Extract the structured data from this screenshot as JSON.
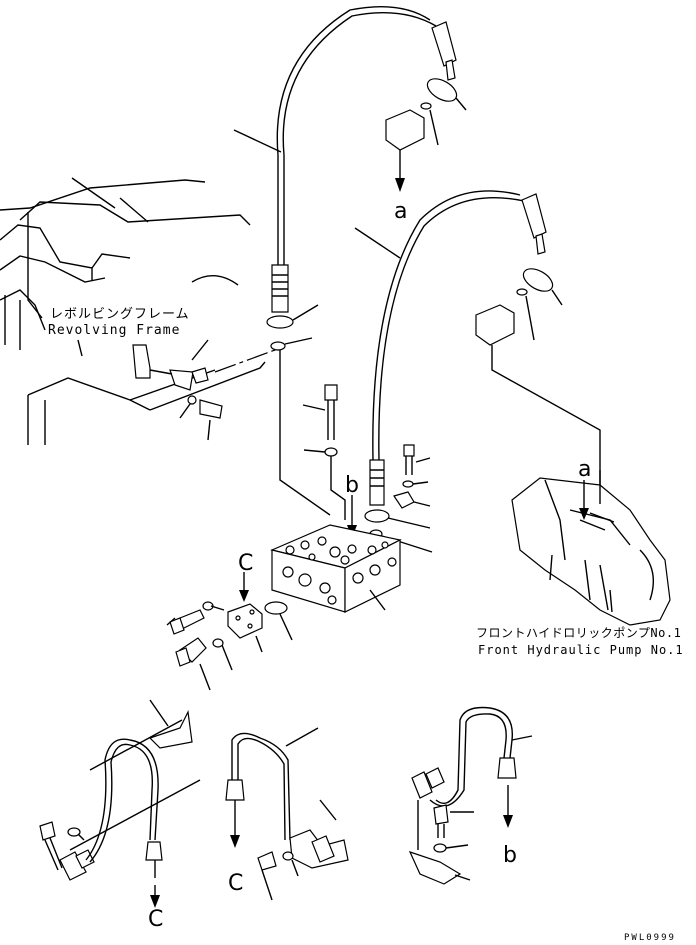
{
  "labels": {
    "revolving_frame_jp": "レボルビングフレーム",
    "revolving_frame_en": "Revolving Frame",
    "pump_jp": "フロントハイドロリックポンプNo.1",
    "pump_en": "Front Hydraulic Pump No.1",
    "ref_a_top": "a",
    "ref_a_pump": "a",
    "ref_b_block": "b",
    "ref_b_bottom": "b",
    "ref_c_block": "C",
    "ref_c_left": "C",
    "ref_c_mid": "C",
    "drawing_code": "PWL0999"
  }
}
